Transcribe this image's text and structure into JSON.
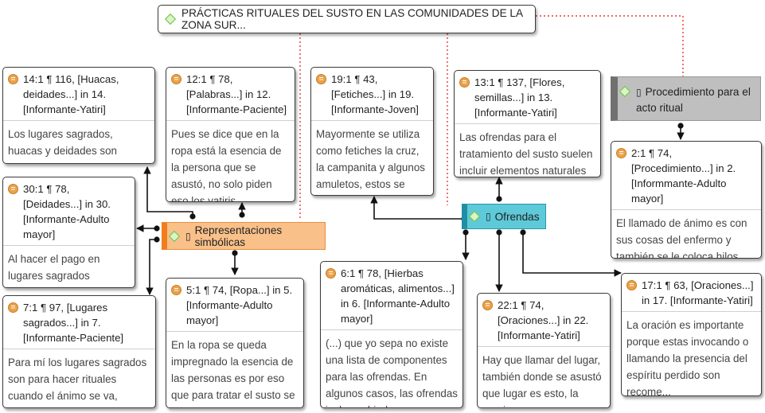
{
  "title": "PRÁCTICAS RITUALES DEL SUSTO EN LAS COMUNIDADES DE LA ZONA SUR...",
  "codes": {
    "representaciones": {
      "symbol": "▯",
      "label": "Representaciones simbólicas"
    },
    "ofrendas": {
      "symbol": "▯",
      "label": "Ofrendas"
    },
    "procedimiento": {
      "symbol": "▯",
      "label": "Procedimiento para el acto ritual"
    }
  },
  "quotations": [
    {
      "id": "q14",
      "header": "14:1 ¶ 116, [Huacas, deidades...] in 14. [Informante-Yatiri]",
      "text": "Los lugares sagrados, huacas y deidades son importantes en el..."
    },
    {
      "id": "q12",
      "header": "12:1 ¶ 78, [Palabras...] in 12. [Informante-Paciente]",
      "text": "Pues se dice que en la ropa está la esencia de la persona que se asustó, no solo piden eso los yatiris..."
    },
    {
      "id": "q19",
      "header": "19:1 ¶ 43, [Fetiches...] in 19. [Informante-Joven]",
      "text": "Mayormente se utiliza como fetiches la cruz, la campanita y algunos amuletos, estos se acom..."
    },
    {
      "id": "q13",
      "header": "13:1 ¶ 137, [Flores, semillas...] in 13. [Informante-Yatiri]",
      "text": "Las ofrendas para el tratamiento del susto suelen incluir elementos naturales co..."
    },
    {
      "id": "q2",
      "header": "2:1 ¶ 74, [Procedimiento...] in 2. [Informmante-Adulto mayor]",
      "text": "El llamado de ánimo es con sus cosas del enfermo y también se le coloca hilos rojos a las perso..."
    },
    {
      "id": "q30",
      "header": "30:1 ¶ 78, [Deidades...] in 30. [Informante-Adulto mayor]",
      "text": "Al hacer el pago en lugares sagrados tenemos que cre..."
    },
    {
      "id": "q7",
      "header": "7:1 ¶ 97, [Lugares sagrados...] in 7. [Informante-Paciente]",
      "text": "Para mí los lugares sagrados son para hacer rituales cuando el ánimo se va, porque vio cosas r..."
    },
    {
      "id": "q5",
      "header": "5:1 ¶ 74, [Ropa...] in 5. [Informante-Adulto mayor]",
      "text": "En la ropa se queda impregnado la esencia de las personas es por eso que para tratar el susto se utiliza la ro..."
    },
    {
      "id": "q6",
      "header": "6:1 ¶ 78, [Hierbas aromáticas, alimentos...] in 6. [Informante-Adulto mayor]",
      "text": "(...) que yo sepa no existe una lista de componentes para las ofrendas. En algunos casos, las ofrendas incluyen hierbas aro..."
    },
    {
      "id": "q22",
      "header": "22:1 ¶ 74, [Oraciones...] in 22. [Informante-Yatiri]",
      "text": "Hay que llamar del lugar, también donde se asustó que lugar es esto, la oraci..."
    },
    {
      "id": "q17",
      "header": "17:1 ¶ 63, [Oraciones...] in 17. [Informante-Yatiri]",
      "text": "La oración es importante porque estas invocando o llamando la presencia del espíritu perdido son recome..."
    }
  ],
  "colors": {
    "representaciones": "#f9c08a",
    "ofrendas": "#5ec9d8",
    "procedimiento": "#bfbfbf",
    "quote_icon": "#e9a24a",
    "code_icon": "#6cbf3f",
    "link_dotted": "#e53935"
  }
}
